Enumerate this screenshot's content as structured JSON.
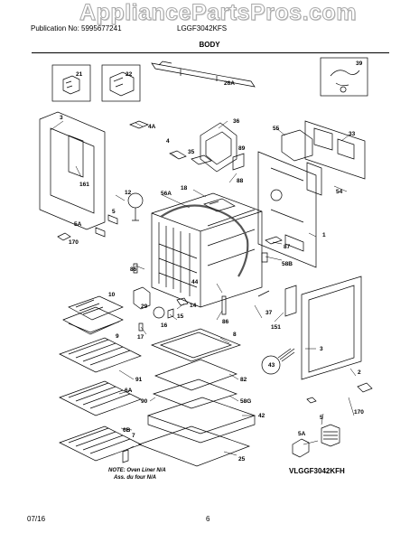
{
  "watermark": "AppliancePartsPros.com",
  "header": {
    "publication": "Publication No: 5995677241",
    "model": "LGGF3042KFS",
    "section": "BODY"
  },
  "callouts": {
    "c21": "21",
    "c22": "22",
    "c26a": "26A",
    "c39": "39",
    "c3_door": "3",
    "c4a": "4A",
    "c36": "36",
    "c55": "55",
    "c33": "33",
    "c4": "4",
    "c35": "35",
    "c89": "89",
    "c88": "88",
    "c161": "161",
    "c54": "54",
    "c12": "12",
    "c56a": "56A",
    "c18": "18",
    "c86a": "86",
    "c5_left": "5",
    "c5a_left": "5A",
    "c170_left": "170",
    "c1": "1",
    "c87": "87",
    "c58b": "58B",
    "c44": "44",
    "c86b": "86",
    "c10": "10",
    "c29": "29",
    "c14": "14",
    "c9": "9",
    "c16": "16",
    "c15": "15",
    "c17": "17",
    "c37": "37",
    "c151": "151",
    "c8": "8",
    "c3_right": "3",
    "c91": "91",
    "c6a": "6A",
    "c43": "43",
    "c82": "82",
    "c90": "90",
    "c58g": "58G",
    "c6b": "6B",
    "c42": "42",
    "c7": "7",
    "c25": "25",
    "c2": "2",
    "c170_right": "170",
    "c5_right": "5",
    "c5a_right": "5A"
  },
  "note": {
    "line1": "NOTE: Oven Liner N/A",
    "line2": "Ass. du four N/A"
  },
  "diagram_code": "VLGGF3042KFH",
  "footer": {
    "date": "07/16",
    "page": "6"
  }
}
